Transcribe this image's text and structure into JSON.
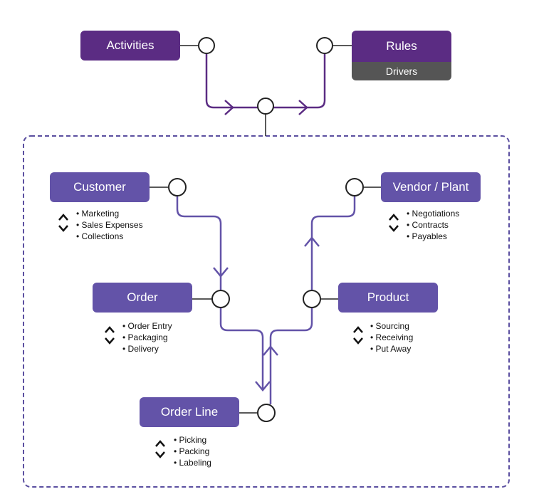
{
  "colors": {
    "top_box": "#5b2c83",
    "entity_box": "#6353a8",
    "drivers_box": "#555555",
    "flow_top": "#5b2c83",
    "flow_entity": "#6353a8",
    "container_border": "#5b4fa0"
  },
  "top": {
    "activities": "Activities",
    "rules": "Rules",
    "drivers": "Drivers"
  },
  "entities": {
    "customer": {
      "label": "Customer",
      "items": [
        "Marketing",
        "Sales Expenses",
        "Collections"
      ]
    },
    "vendor": {
      "label": "Vendor / Plant",
      "items": [
        "Negotiations",
        "Contracts",
        "Payables"
      ]
    },
    "order": {
      "label": "Order",
      "items": [
        "Order Entry",
        "Packaging",
        "Delivery"
      ]
    },
    "product": {
      "label": "Product",
      "items": [
        "Sourcing",
        "Receiving",
        "Put Away"
      ]
    },
    "order_line": {
      "label": "Order Line",
      "items": [
        "Picking",
        "Packing",
        "Labeling"
      ]
    }
  },
  "icons": [
    "updown-arrows-icon",
    "connector-circle-icon",
    "arrowhead-icon"
  ]
}
